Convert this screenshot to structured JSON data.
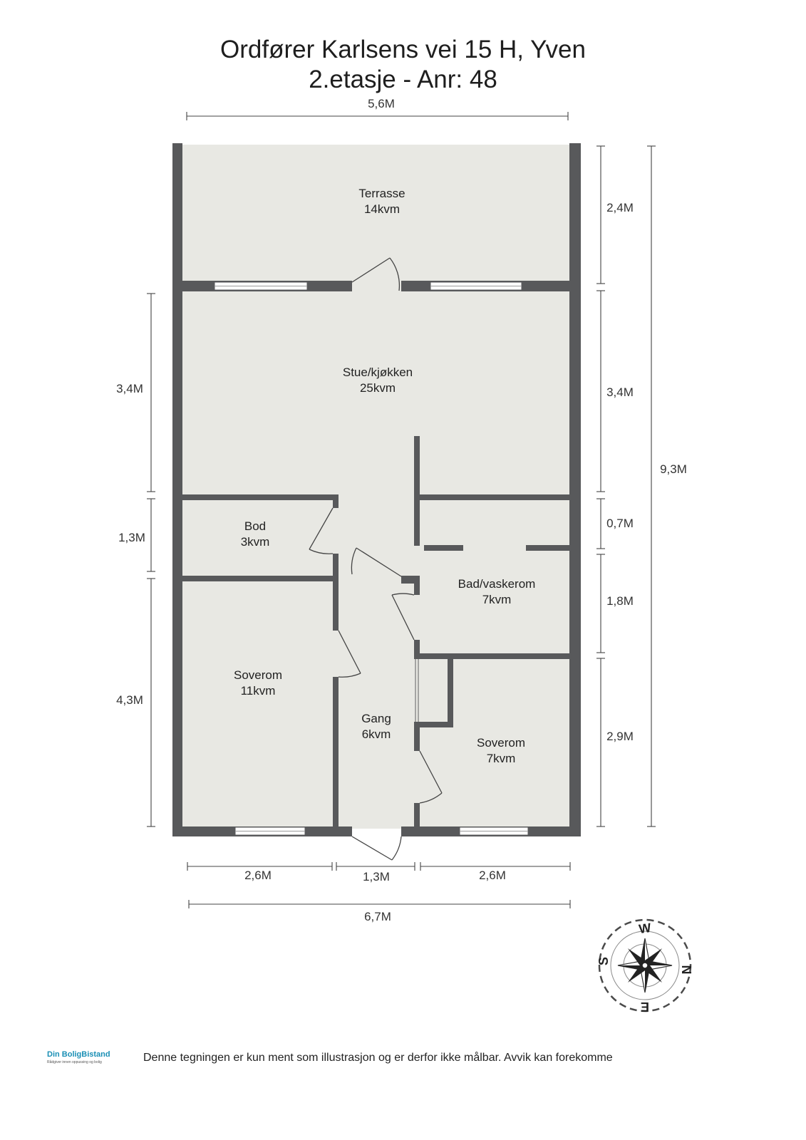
{
  "header": {
    "title": "Ordfører Karlsens vei 15 H, Yven",
    "subtitle": "2.etasje - Anr: 48"
  },
  "rooms": [
    {
      "id": "terrasse",
      "name": "Terrasse",
      "area": "14kvm"
    },
    {
      "id": "stue",
      "name": "Stue/kjøkken",
      "area": "25kvm"
    },
    {
      "id": "bod",
      "name": "Bod",
      "area": "3kvm"
    },
    {
      "id": "bad",
      "name": "Bad/vaskerom",
      "area": "7kvm"
    },
    {
      "id": "soverom1",
      "name": "Soverom",
      "area": "11kvm"
    },
    {
      "id": "gang",
      "name": "Gang",
      "area": "6kvm"
    },
    {
      "id": "soverom2",
      "name": "Soverom",
      "area": "7kvm"
    }
  ],
  "dimensions": {
    "top_width": "5,6M",
    "left": [
      "3,4M",
      "1,3M",
      "4,3M"
    ],
    "right": [
      "2,4M",
      "3,4M",
      "0,7M",
      "1,8M",
      "2,9M"
    ],
    "right_total": "9,3M",
    "bottom": [
      "2,6M",
      "1,3M",
      "2,6M"
    ],
    "bottom_total": "6,7M"
  },
  "compass": {
    "north": "N",
    "south": "S",
    "east": "E",
    "west": "W"
  },
  "footer": {
    "logo_name": "Din BoligBistand",
    "logo_tagline": "Rådgiver innen oppussing og bolig",
    "disclaimer": "Denne tegningen er kun ment som illustrasjon og er derfor ikke målbar. Avvik kan forekomme"
  },
  "colors": {
    "wall": "#58595b",
    "floor": "#e8e8e3",
    "line": "#444444",
    "logo": "#1a8fb5"
  }
}
